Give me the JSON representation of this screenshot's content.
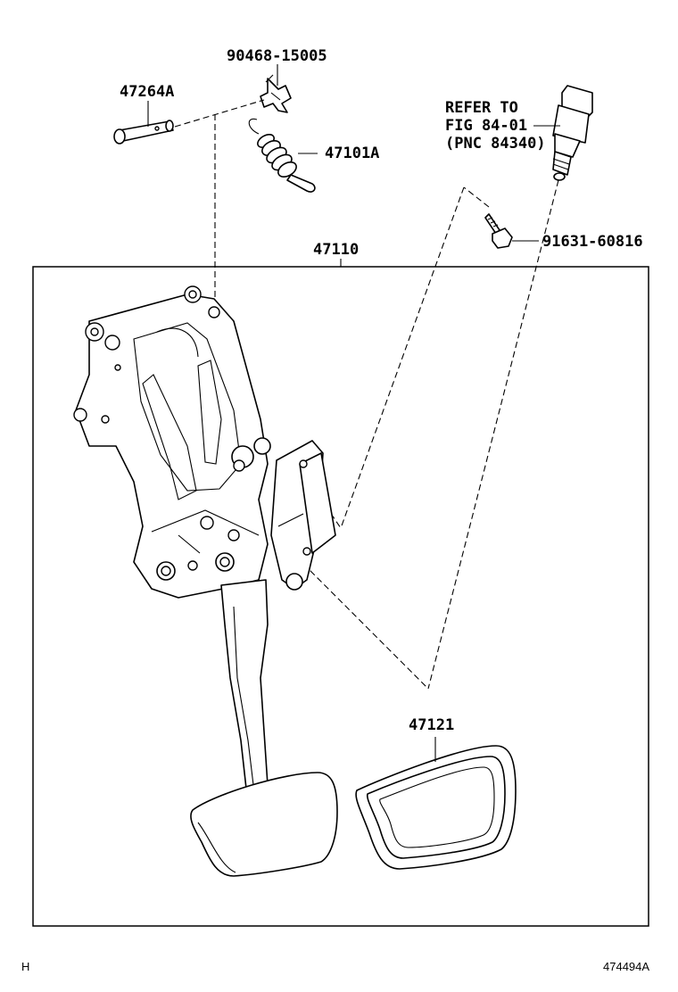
{
  "labels": {
    "clip": "90468-15005",
    "pin": "47264A",
    "spring": "47101A",
    "refer_line1": "REFER TO",
    "refer_line2": "FIG 84-01",
    "refer_line3": "(PNC 84340)",
    "bolt": "91631-60816",
    "assembly": "47110",
    "pad": "47121"
  },
  "footer": {
    "left": "H",
    "right": "474494A"
  }
}
